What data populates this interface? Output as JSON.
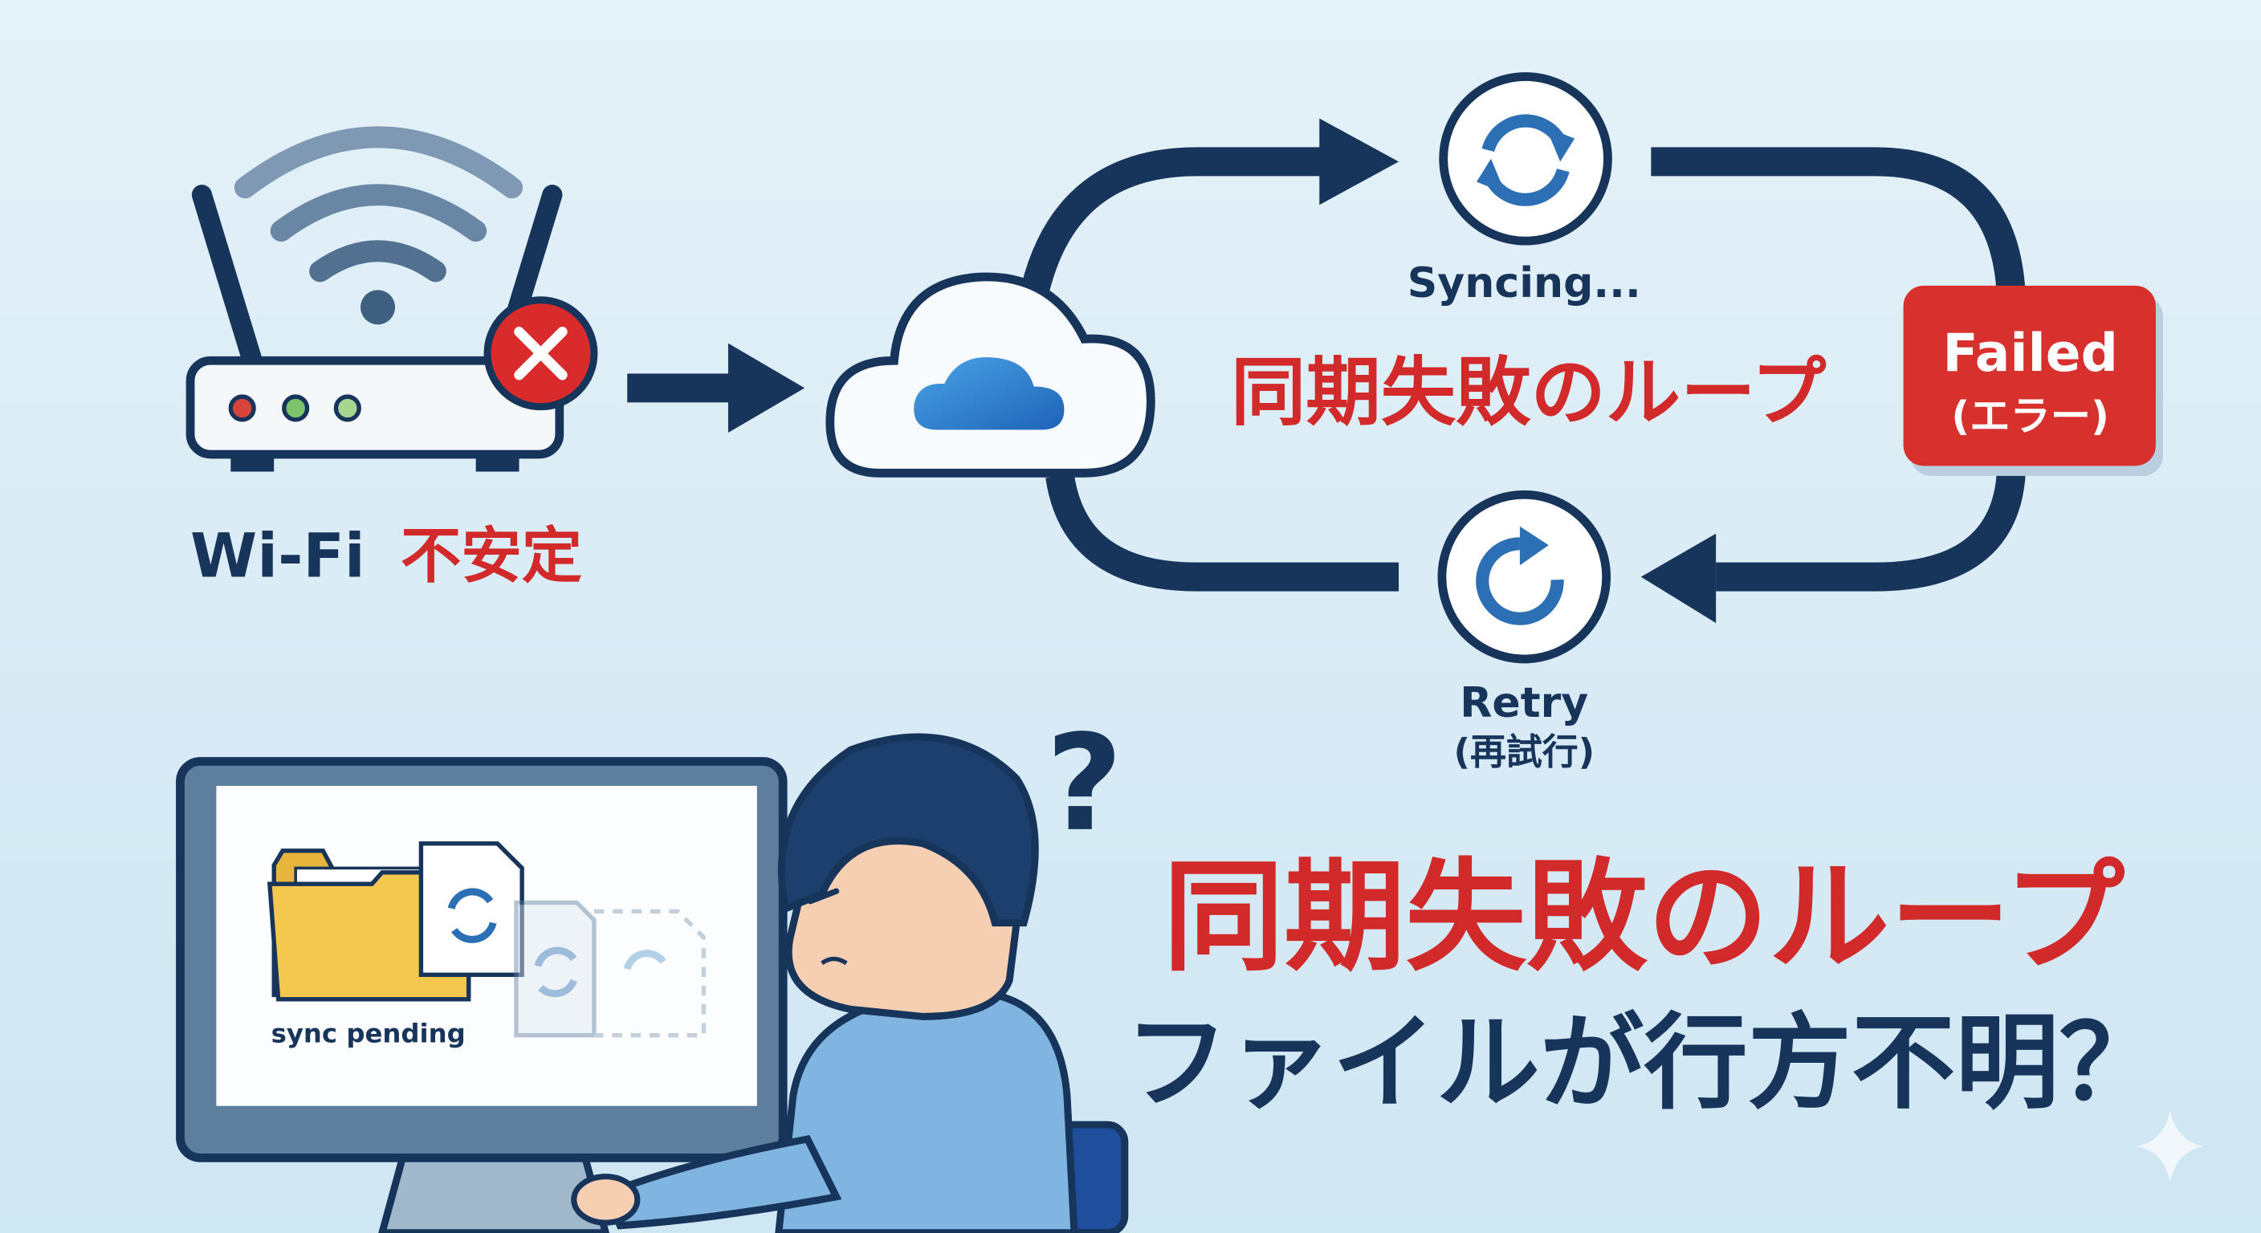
{
  "router": {
    "label_prefix": "Wi-Fi",
    "label_status": "不安定",
    "icons": [
      "wifi-icon",
      "error-x-icon",
      "router-icon"
    ]
  },
  "loop": {
    "center_title": "同期失敗のループ",
    "syncing_label": "Syncing...",
    "failed_label": "Failed",
    "failed_sub": "(エラー)",
    "retry_label": "Retry",
    "retry_sub": "(再試行)"
  },
  "screen": {
    "status_label": "sync pending"
  },
  "headline": {
    "title": "同期失敗のループ",
    "subtitle": "ファイルが行方不明？",
    "question_mark": "?"
  },
  "colors": {
    "navy": "#17345a",
    "red": "#d22a2a",
    "blue": "#2c6fb5",
    "folder": "#f2c44c",
    "background": "#e3f1f8"
  }
}
